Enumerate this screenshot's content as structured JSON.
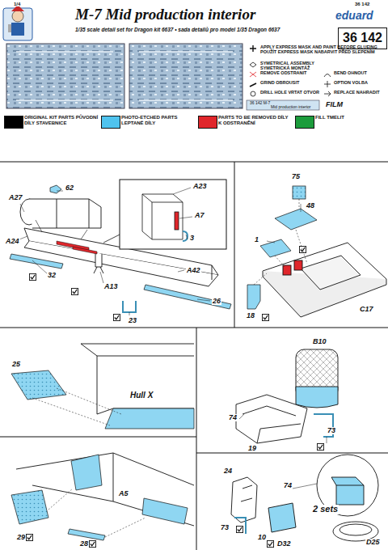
{
  "diagram": {
    "title": "M-7 Mid production interior",
    "labels": [
      "1/4",
      "36 142",
      "eduard",
      "36 142",
      "1/35 scale detail set for Dragon kit 6637 • sada detailů pro model 1/35 Dragon 6637",
      "FILM",
      "36 142 M-7",
      "Mid production interior",
      "62",
      "A27",
      "A24",
      "A23",
      "A7",
      "3",
      "A42",
      "A13",
      "32",
      "26",
      "23",
      "75",
      "48",
      "1",
      "18",
      "C17",
      "25",
      "Hull X",
      "A5",
      "29",
      "28",
      "B10",
      "74",
      "19",
      "73",
      "24",
      "74",
      "73",
      "10",
      "D32",
      "2 sets",
      "D25"
    ],
    "legend": [
      {
        "text": "ORIGINAL KIT PARTS PŮVODNÍ DÍLY STAVEBNICE",
        "color": "#000000"
      },
      {
        "text": "PHOTO-ETCHED PARTS LEPTANÉ DÍLY",
        "color": "#4fc3ee"
      },
      {
        "text": "PARTS TO BE REMOVED DÍLY K ODSTRANĚNÍ",
        "color": "#e0262b"
      },
      {
        "text": "FILL TMELIT",
        "color": "#1c9c3c"
      },
      {
        "text": "APPLY EXPRESS MASK AND PAINT BEFORE GLUEING POUŽÍT EXPRESS MASK NABARVIT PŘED SLEPENÍM"
      },
      {
        "text": "SYMETRICAL ASSEMBLY SYMETRICKÁ MONTÁŽ"
      },
      {
        "text": "REMOVE ODSTRANIT"
      },
      {
        "text": "GRIND OBROUSIT"
      },
      {
        "text": "DRILL HOLE VRTAT OTVOR"
      },
      {
        "text": "BEND OHNOUT"
      },
      {
        "text": "OPTION VOLBA"
      },
      {
        "text": "REPLACE NAHRADIT"
      }
    ]
  }
}
